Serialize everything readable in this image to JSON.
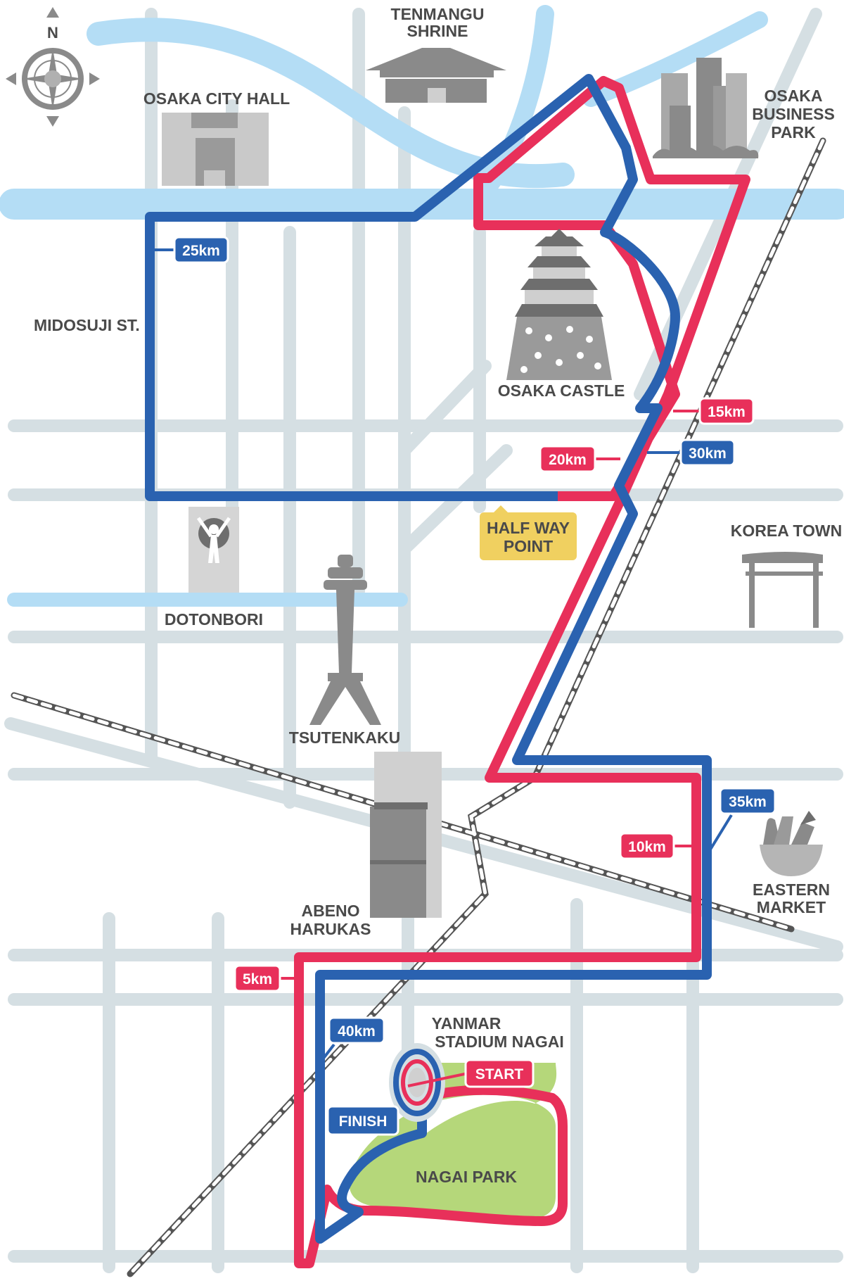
{
  "compass": {
    "north_label": "N",
    "icon": "compass-rose-icon"
  },
  "landmarks": {
    "tenmangu_shrine": [
      "TENMANGU",
      "SHRINE"
    ],
    "osaka_city_hall": "OSAKA CITY HALL",
    "osaka_business_park": [
      "OSAKA",
      "BUSINESS",
      "PARK"
    ],
    "midosuji": "MIDOSUJI ST.",
    "osaka_castle": "OSAKA CASTLE",
    "korea_town": "KOREA TOWN",
    "dotonbori": "DOTONBORI",
    "tsutenkaku": "TSUTENKAKU",
    "abeno_harukas": [
      "ABENO",
      "HARUKAS"
    ],
    "eastern_market": [
      "EASTERN",
      "MARKET"
    ],
    "yanmar_stadium": [
      "YANMAR",
      "STADIUM NAGAI"
    ],
    "nagai_park": "NAGAI PARK"
  },
  "markers": {
    "km5": "5km",
    "km10": "10km",
    "km15": "15km",
    "km20": "20km",
    "km25": "25km",
    "km30": "30km",
    "km35": "35km",
    "km40": "40km",
    "start": "START",
    "finish": "FINISH",
    "halfway": [
      "HALF WAY",
      "POINT"
    ]
  },
  "colors": {
    "outbound_route": "#e8305a",
    "return_route": "#2a62b0",
    "river": "#b4ddf5",
    "road": "#d5dfe3",
    "park": "#b5d77a",
    "halfway_badge": "#f0d060",
    "building": "#8a8a8a"
  }
}
